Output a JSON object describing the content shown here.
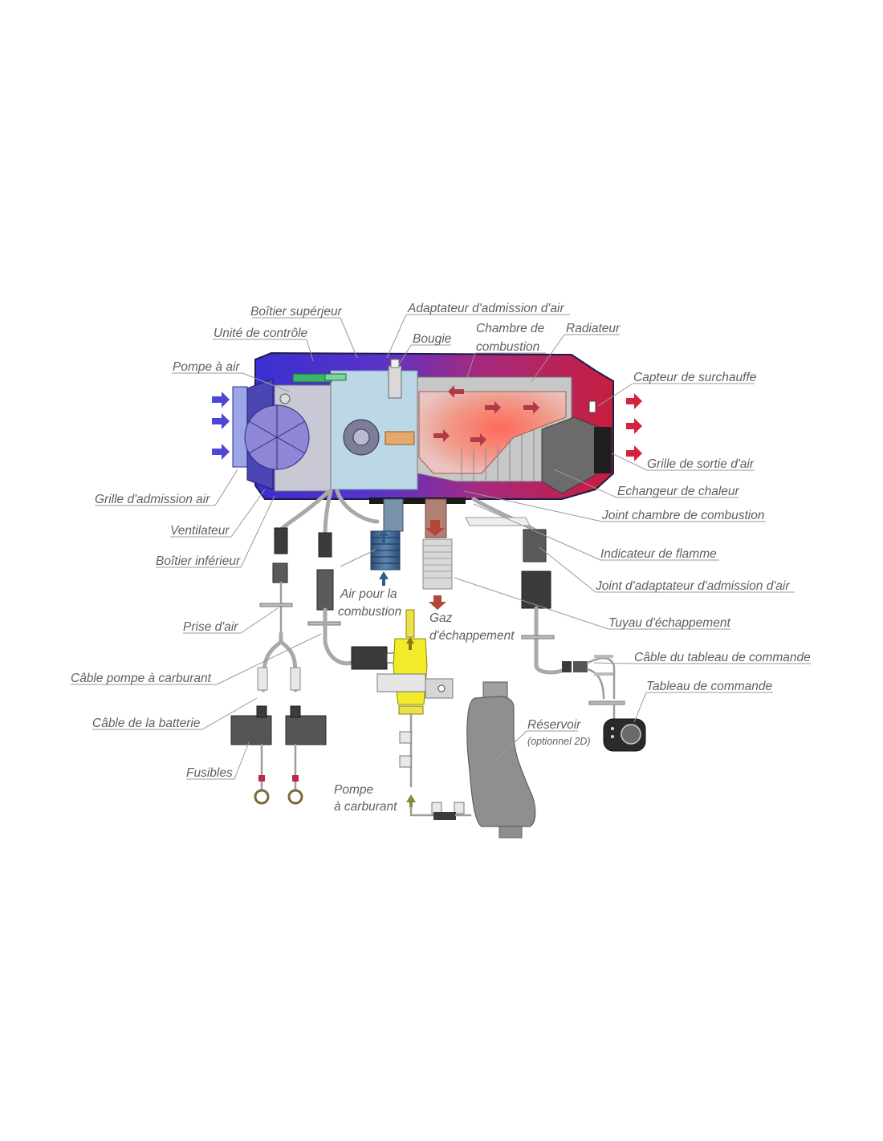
{
  "labels": {
    "boitier_superieur": "Boîtier supérjeur",
    "adaptateur_admission": "Adaptateur d'admission d'air",
    "unite_controle": "Unité de contrôle",
    "bougie": "Bougie",
    "chambre_combustion_l1": "Chambre de",
    "chambre_combustion_l2": "combustion",
    "radiateur": "Radiateur",
    "pompe_air": "Pompe à air",
    "capteur_surchauffe": "Capteur de surchauffe",
    "grille_sortie": "Grille de sortie d'air",
    "echangeur": "Echangeur de chaleur",
    "grille_admission": "Grille d'admission air",
    "joint_chambre": "Joint chambre de combustion",
    "ventilateur": "Ventilateur",
    "indicateur_flamme": "Indicateur de flamme",
    "boitier_inferieur": "Boîtier inférieur",
    "joint_adaptateur": "Joint d'adaptateur d'admission d'air",
    "air_combustion_l1": "Air pour la",
    "air_combustion_l2": "combustion",
    "gaz_l1": "Gaz",
    "gaz_l2": "d'échappement",
    "tuyau_echappement": "Tuyau d'échappement",
    "prise_air": "Prise d'air",
    "cable_tableau": "Câble du tableau de commande",
    "cable_pompe": "Câble pompe à carburant",
    "tableau_commande": "Tableau de commande",
    "cable_batterie": "Câble de la batterie",
    "reservoir": "Réservoir",
    "reservoir_note": "(optionnel 2D)",
    "fusibles": "Fusibles",
    "pompe_carburant_l1": "Pompe",
    "pompe_carburant_l2": "à carburant"
  },
  "colors": {
    "intake_arrow": "#4f46d9",
    "outlet_arrow": "#d4243a",
    "body_cold": "#3a2fd0",
    "body_hot": "#c81e3c",
    "combustion_glow": "#ff5a4a",
    "combustion_air_arrow": "#2f5e8a",
    "exhaust_arrow": "#b0473a",
    "fuel_arrow": "#8a8a3a",
    "fuel_pump": "#f3ea2c"
  },
  "icons": [
    "intake-arrow-icon",
    "outlet-arrow-icon",
    "flow-arrow-icon"
  ]
}
